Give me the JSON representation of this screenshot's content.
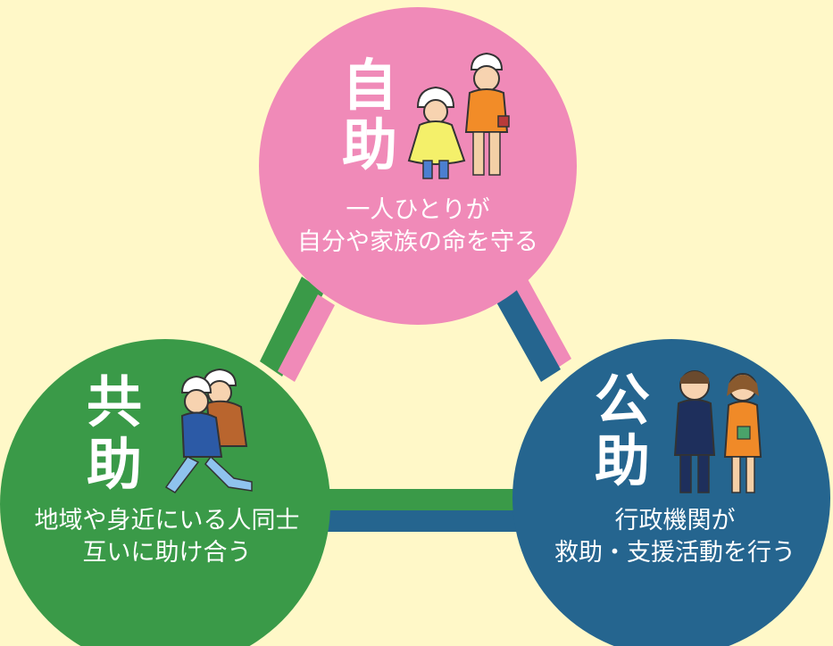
{
  "colors": {
    "background": "#fff8c8",
    "jijo": "#f08ab8",
    "kyojo": "#3a9a48",
    "kojo": "#25658f"
  },
  "jijo": {
    "title_1": "自",
    "title_2": "助",
    "desc_line_1": "一人ひとりが",
    "desc_line_2": "自分や家族の命を守る",
    "illustration": "child-and-adult-with-helmets"
  },
  "kyojo": {
    "title_1": "共",
    "title_2": "助",
    "desc_line_1": "地域や身近にいる人同士",
    "desc_line_2": "互いに助け合う",
    "illustration": "person-carrying-another-on-back"
  },
  "kojo": {
    "title_1": "公",
    "title_2": "助",
    "desc_line_1": "行政機関が",
    "desc_line_2": "救助・支援活動を行う",
    "illustration": "government-workers-in-suits"
  }
}
